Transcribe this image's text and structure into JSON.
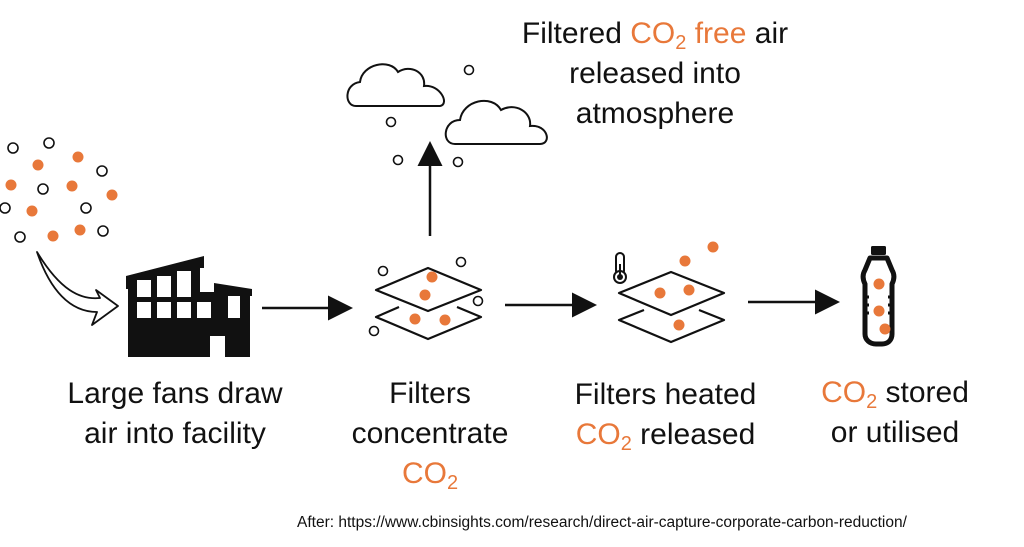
{
  "title_top": {
    "line1_a": "Filtered ",
    "line1_co": "CO",
    "line1_sub": "2",
    "line1_free": " free",
    "line1_b": " air",
    "line2": "released into",
    "line3": "atmosphere"
  },
  "steps": [
    {
      "id": "fans",
      "line1": "Large fans draw",
      "line2": "air into facility",
      "icon": "factory-icon"
    },
    {
      "id": "filters",
      "line1": "Filters",
      "line2": "concentrate",
      "co": "CO",
      "sub": "2",
      "icon": "filter-layers-icon"
    },
    {
      "id": "heated",
      "line1": "Filters heated",
      "co": "CO",
      "sub": "2",
      "line2_rest": " released",
      "icon": "heated-filter-icon"
    },
    {
      "id": "stored",
      "co": "CO",
      "sub": "2",
      "line1_rest": " stored",
      "line2": "or utilised",
      "icon": "bottle-icon"
    }
  ],
  "citation": "After: https://www.cbinsights.com/research/direct-air-capture-corporate-carbon-reduction/",
  "colors": {
    "accent": "#e8783a",
    "ink": "#111111",
    "background": "#ffffff"
  }
}
